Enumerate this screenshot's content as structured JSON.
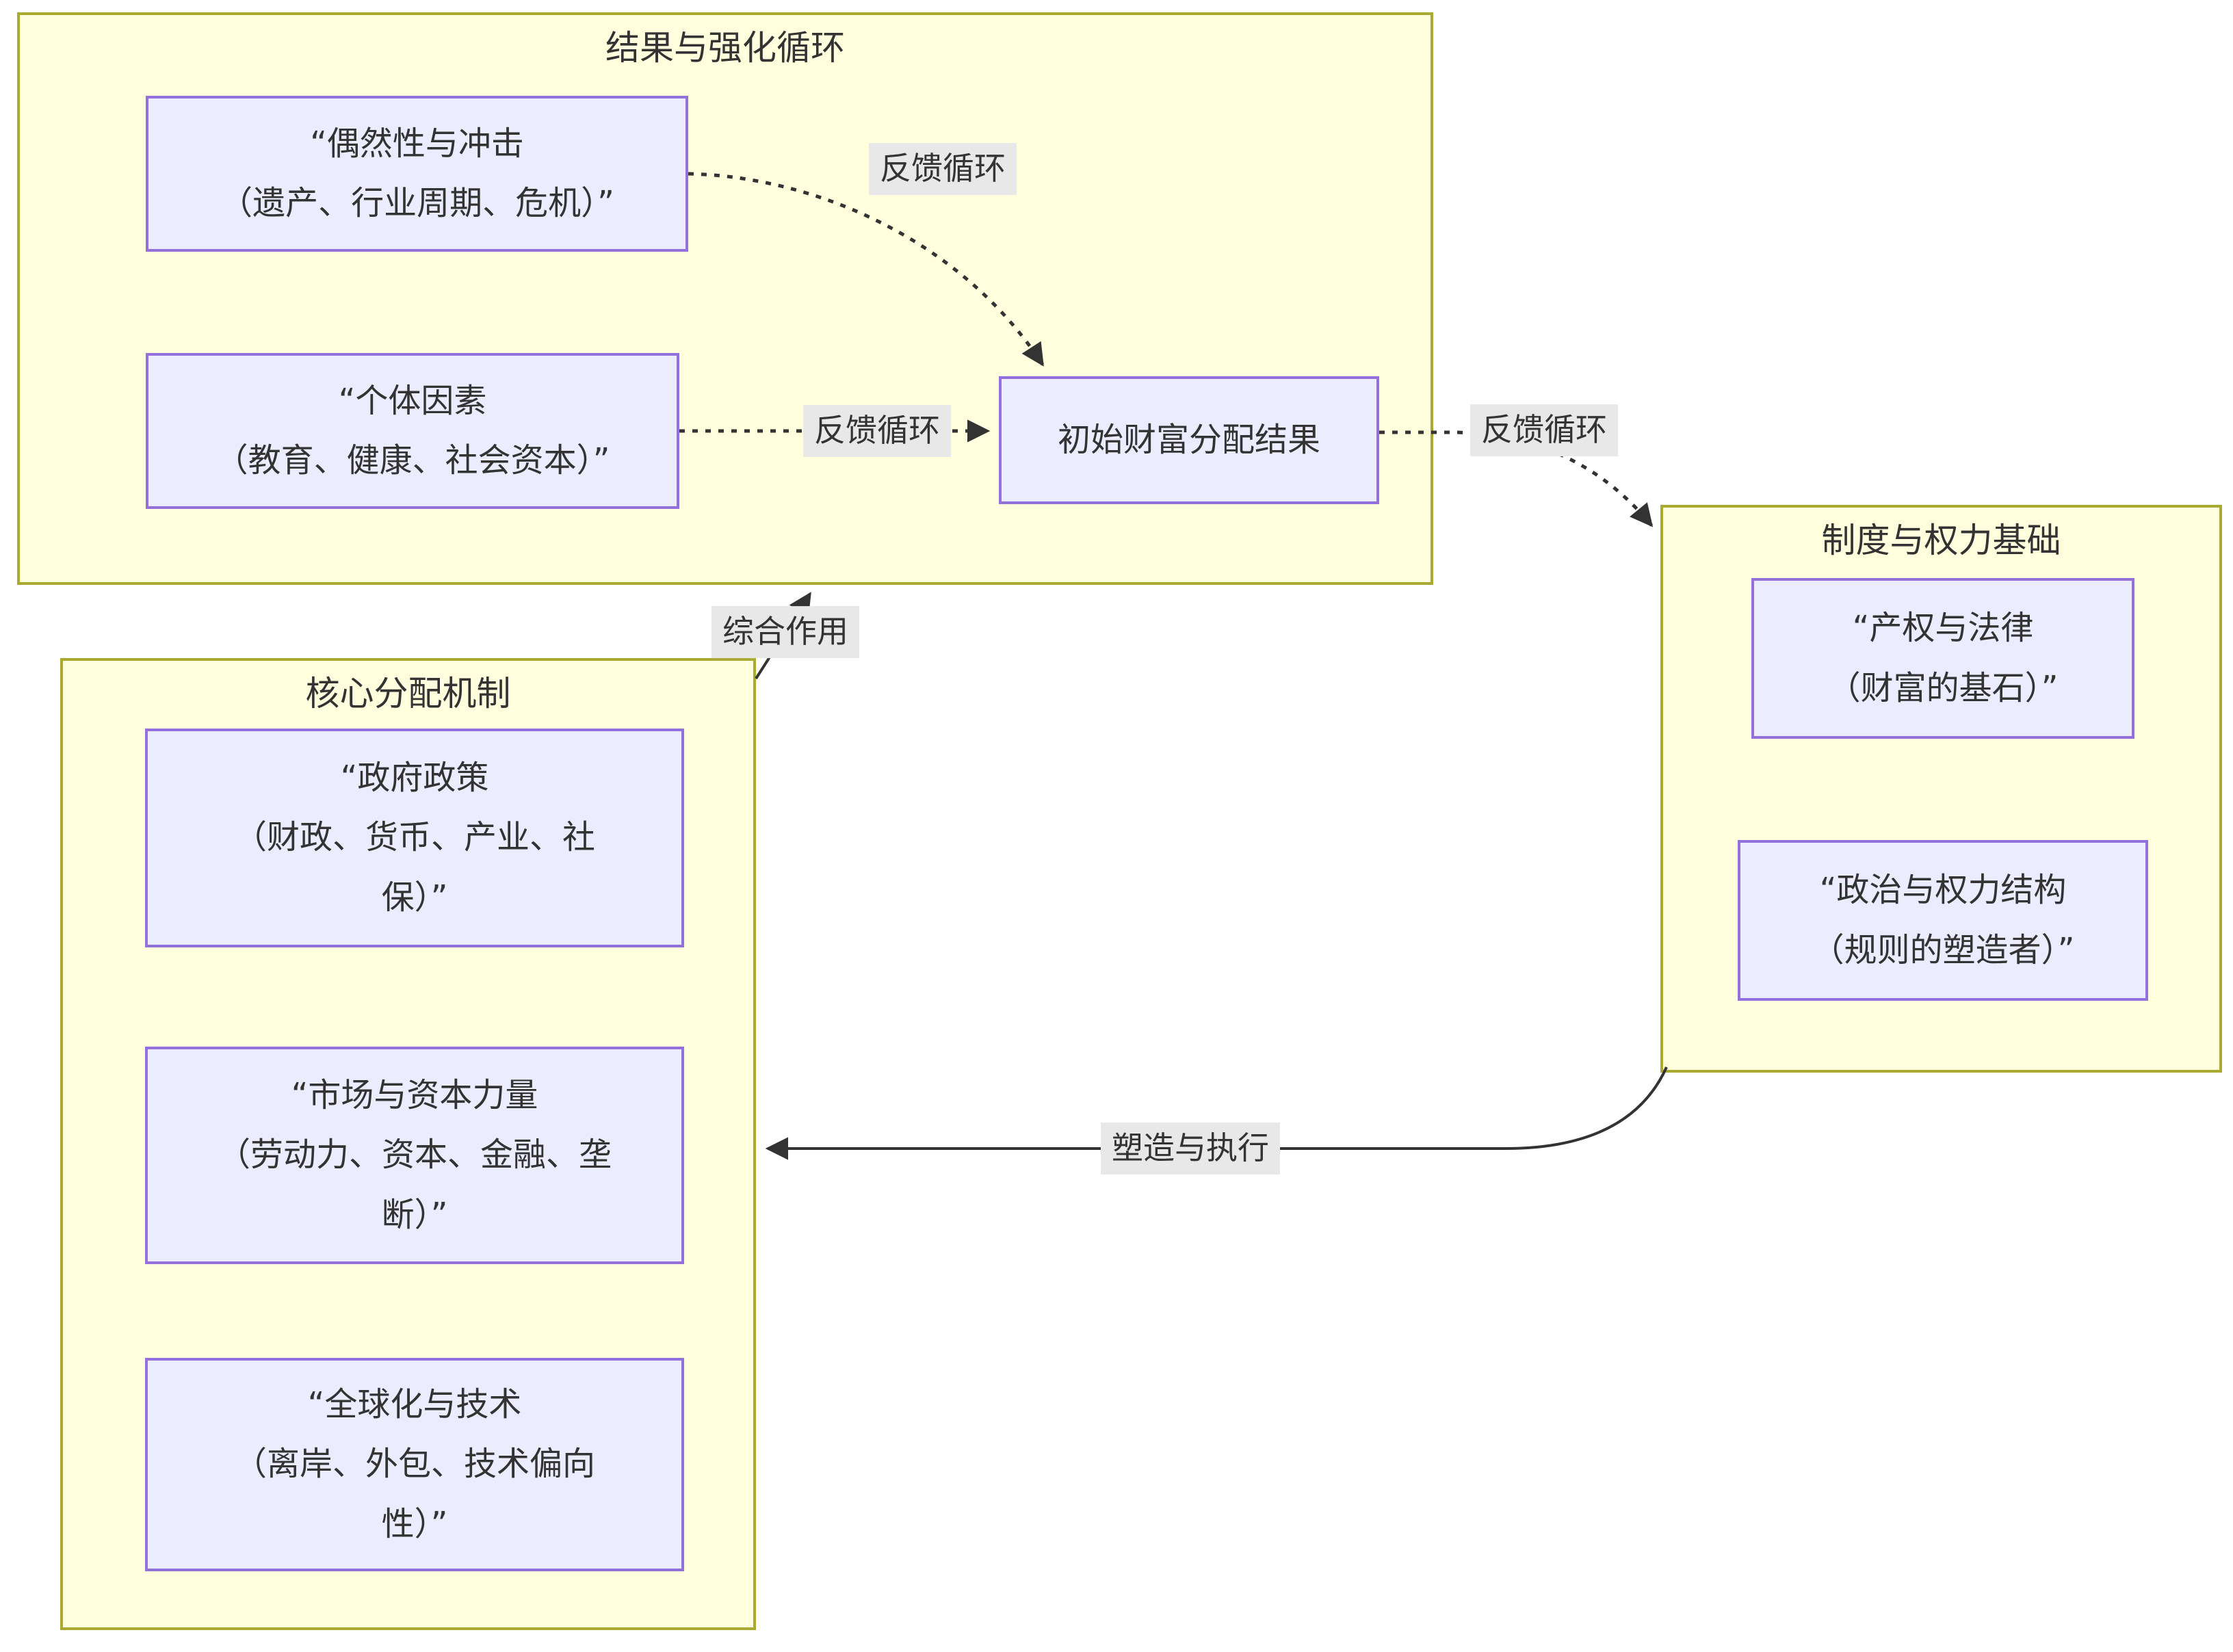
{
  "diagram_type": "flowchart",
  "containers": [
    {
      "id": "outcomes",
      "title": "结果与强化循环"
    },
    {
      "id": "core-mechanisms",
      "title": "核心分配机制"
    },
    {
      "id": "institutions",
      "title": "制度与权力基础"
    }
  ],
  "nodes": [
    {
      "id": "chance-shocks",
      "container": "outcomes",
      "lines": [
        "“偶然性与冲击",
        "（遗产、行业周期、危机）”"
      ]
    },
    {
      "id": "individual-factors",
      "container": "outcomes",
      "lines": [
        "“个体因素",
        "（教育、健康、社会资本）”"
      ]
    },
    {
      "id": "initial-wealth-outcome",
      "container": "outcomes",
      "lines": [
        "初始财富分配结果"
      ]
    },
    {
      "id": "property-law",
      "container": "institutions",
      "lines": [
        "“产权与法律",
        "（财富的基石）”"
      ]
    },
    {
      "id": "politics-power-structure",
      "container": "institutions",
      "lines": [
        "“政治与权力结构",
        "（规则的塑造者）”"
      ]
    },
    {
      "id": "government-policy",
      "container": "core-mechanisms",
      "lines": [
        "“政府政策",
        "（财政、货币、产业、社",
        "保）”"
      ]
    },
    {
      "id": "market-capital-forces",
      "container": "core-mechanisms",
      "lines": [
        "“市场与资本力量",
        "（劳动力、资本、金融、垄",
        "断）”"
      ]
    },
    {
      "id": "globalization-technology",
      "container": "core-mechanisms",
      "lines": [
        "“全球化与技术",
        "（离岸、外包、技术偏向",
        "性）”"
      ]
    }
  ],
  "edges": [
    {
      "from": "chance-shocks",
      "to": "initial-wealth-outcome",
      "label": "反馈循环",
      "style": "dotted"
    },
    {
      "from": "individual-factors",
      "to": "initial-wealth-outcome",
      "label": "反馈循环",
      "style": "dotted"
    },
    {
      "from": "initial-wealth-outcome",
      "to": "institutions",
      "label": "反馈循环",
      "style": "dotted"
    },
    {
      "from": "core-mechanisms",
      "to": "outcomes",
      "label": "综合作用",
      "style": "solid"
    },
    {
      "from": "institutions",
      "to": "core-mechanisms",
      "label": "塑造与执行",
      "style": "solid"
    }
  ],
  "colors": {
    "background": "#ffffff",
    "container_fill": "#ffffde",
    "container_border": "#aaaa33",
    "node_fill": "#ececff",
    "node_border": "#9370db",
    "edge": "#333333",
    "edge_label_bg": "#e8e8e8",
    "text": "#333333"
  }
}
